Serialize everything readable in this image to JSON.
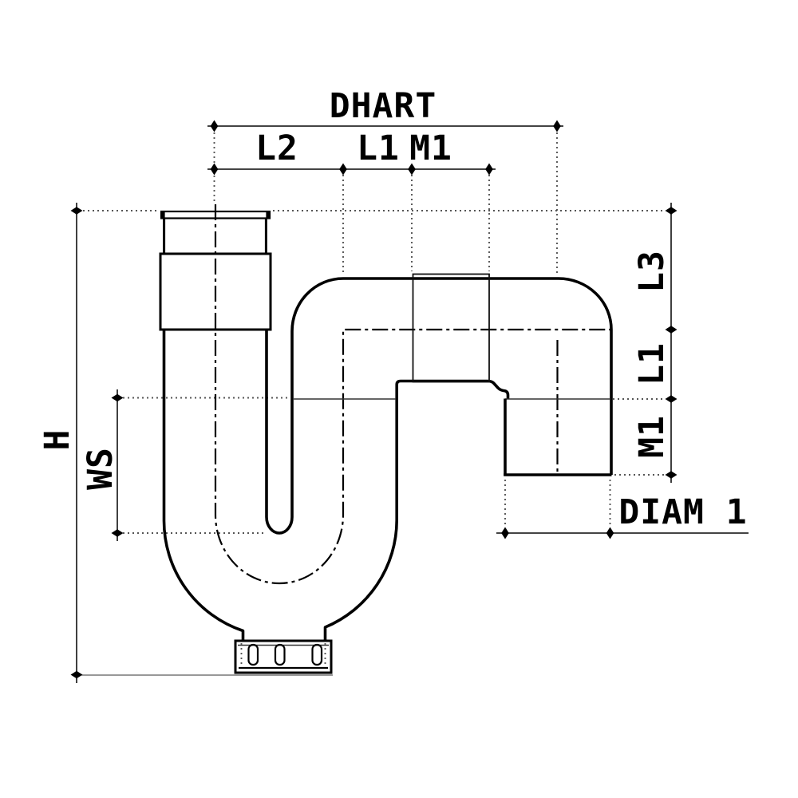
{
  "drawing": {
    "labels": {
      "dhart": "DHART",
      "l2": "L2",
      "l1_top": "L1",
      "m1_top": "M1",
      "h": "H",
      "ws": "WS",
      "l3": "L3",
      "l1_right": "L1",
      "m1_right": "M1",
      "diam1": "DIAM 1"
    },
    "colors": {
      "background": "#ffffff",
      "outline": "#000000",
      "dimension_line": "#2a2a2a",
      "extension_line": "#555555"
    }
  }
}
